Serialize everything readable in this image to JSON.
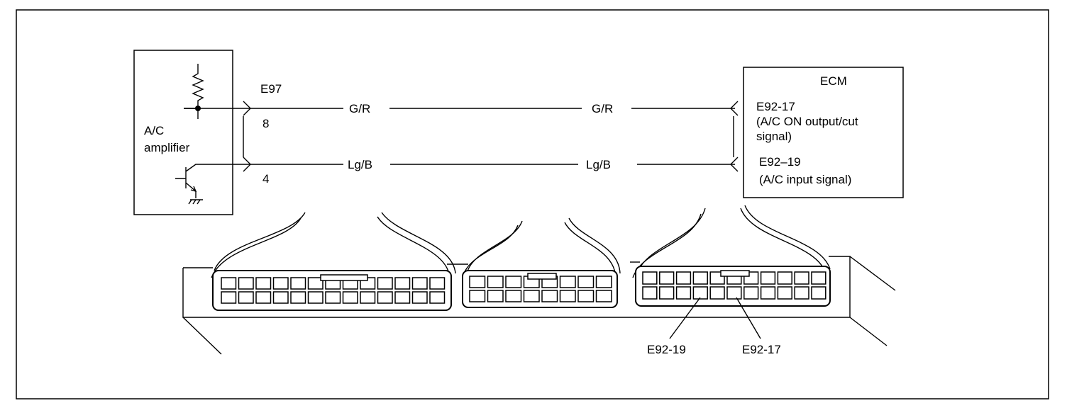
{
  "amplifier": {
    "label_line1": "A/C",
    "label_line2": "amplifier"
  },
  "connector_e97": {
    "id": "E97",
    "pin_top": "8",
    "pin_bottom": "4"
  },
  "wires": {
    "top": {
      "left_color": "G/R",
      "right_color": "G/R"
    },
    "bottom": {
      "left_color": "Lg/B",
      "right_color": "Lg/B"
    }
  },
  "ecm": {
    "title": "ECM",
    "pin17_id": "E92-17",
    "pin17_desc_line1": "(A/C ON output/cut",
    "pin17_desc_line2": "signal)",
    "pin19_id": "E92–19",
    "pin19_desc": "(A/C input signal)"
  },
  "callouts": {
    "pin19": "E92-19",
    "pin17": "E92-17"
  }
}
